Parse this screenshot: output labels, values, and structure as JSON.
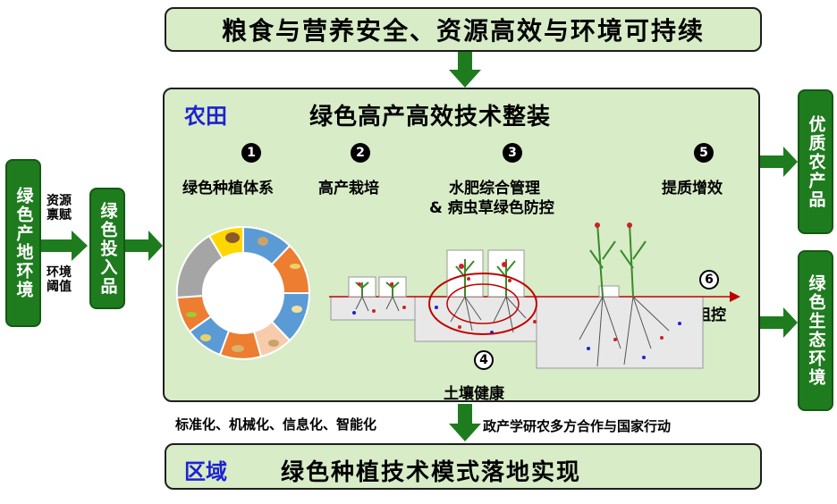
{
  "top_goal": "粮食与营养安全、资源高效与环境可持续",
  "farm": {
    "tag": "农田",
    "title": "绿色高产高效技术整装",
    "steps": [
      {
        "num": "1",
        "label": "绿色种植体系"
      },
      {
        "num": "2",
        "label": "高产栽培"
      },
      {
        "num": "3",
        "label": "水肥综合管理",
        "label2": "& 病虫草绿色防控"
      },
      {
        "num": "4",
        "label": "土壤健康"
      },
      {
        "num": "5",
        "label": "提质增效"
      },
      {
        "num": "6",
        "label": "损失阻控"
      }
    ]
  },
  "left": {
    "env": "绿色产地环境",
    "inputs": "绿色投入品",
    "res1": "资源",
    "res2": "禀赋",
    "thr1": "环境",
    "thr2": "阈值"
  },
  "right": {
    "out1": "优质农产品",
    "out2": "绿色生态环境"
  },
  "mid": {
    "left_note": "标准化、机械化、信息化、智能化",
    "right_note": "政产学研农多方合作与国家行动"
  },
  "region": {
    "tag": "区域",
    "title": "绿色种植技术模式落地实现"
  },
  "colors": {
    "dark_green": "#1e7c1e",
    "light_green": "#d7ecc7",
    "tag_blue": "#1e22d0",
    "ring_blue": "#5b9bd5",
    "ring_orange": "#ed7d31",
    "ring_gray": "#a5a5a5",
    "ring_yellow": "#ffd700",
    "ring_peach": "#f8cbad"
  }
}
